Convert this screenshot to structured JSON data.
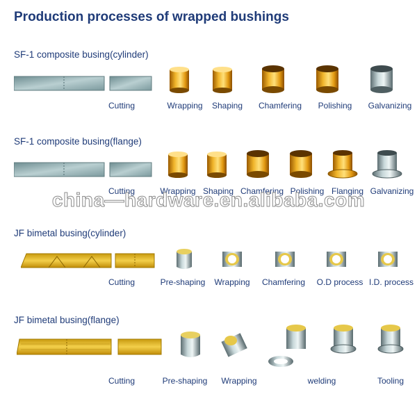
{
  "title": "Production processes of wrapped bushings",
  "watermark": "china—hardware.en.alibaba.com",
  "sections": [
    {
      "title": "SF-1 composite busing(cylinder)",
      "steps": [
        "Cutting",
        "Wrapping",
        "Shaping",
        "Chamfering",
        "Polishing",
        "Galvanizing"
      ]
    },
    {
      "title": "SF-1 composite busing(flange)",
      "steps": [
        "Cutting",
        "Wrapping",
        "Shaping",
        "Chamfering",
        "Polishing",
        "Flanging",
        "Galvanizing"
      ]
    },
    {
      "title": "JF bimetal busing(cylinder)",
      "steps": [
        "Cutting",
        "Pre-shaping",
        "Wrapping",
        "Chamfering",
        "O.D process",
        "I.D. process"
      ]
    },
    {
      "title": "JF bimetal busing(flange)",
      "steps": [
        "Cutting",
        "Pre-shaping",
        "Wrapping",
        "welding",
        "Tooling"
      ]
    }
  ],
  "colors": {
    "heading": "#1f3b78",
    "bronze": "#e0a31a",
    "steel": "#9fb5b8",
    "brass": "#e6c84a"
  }
}
